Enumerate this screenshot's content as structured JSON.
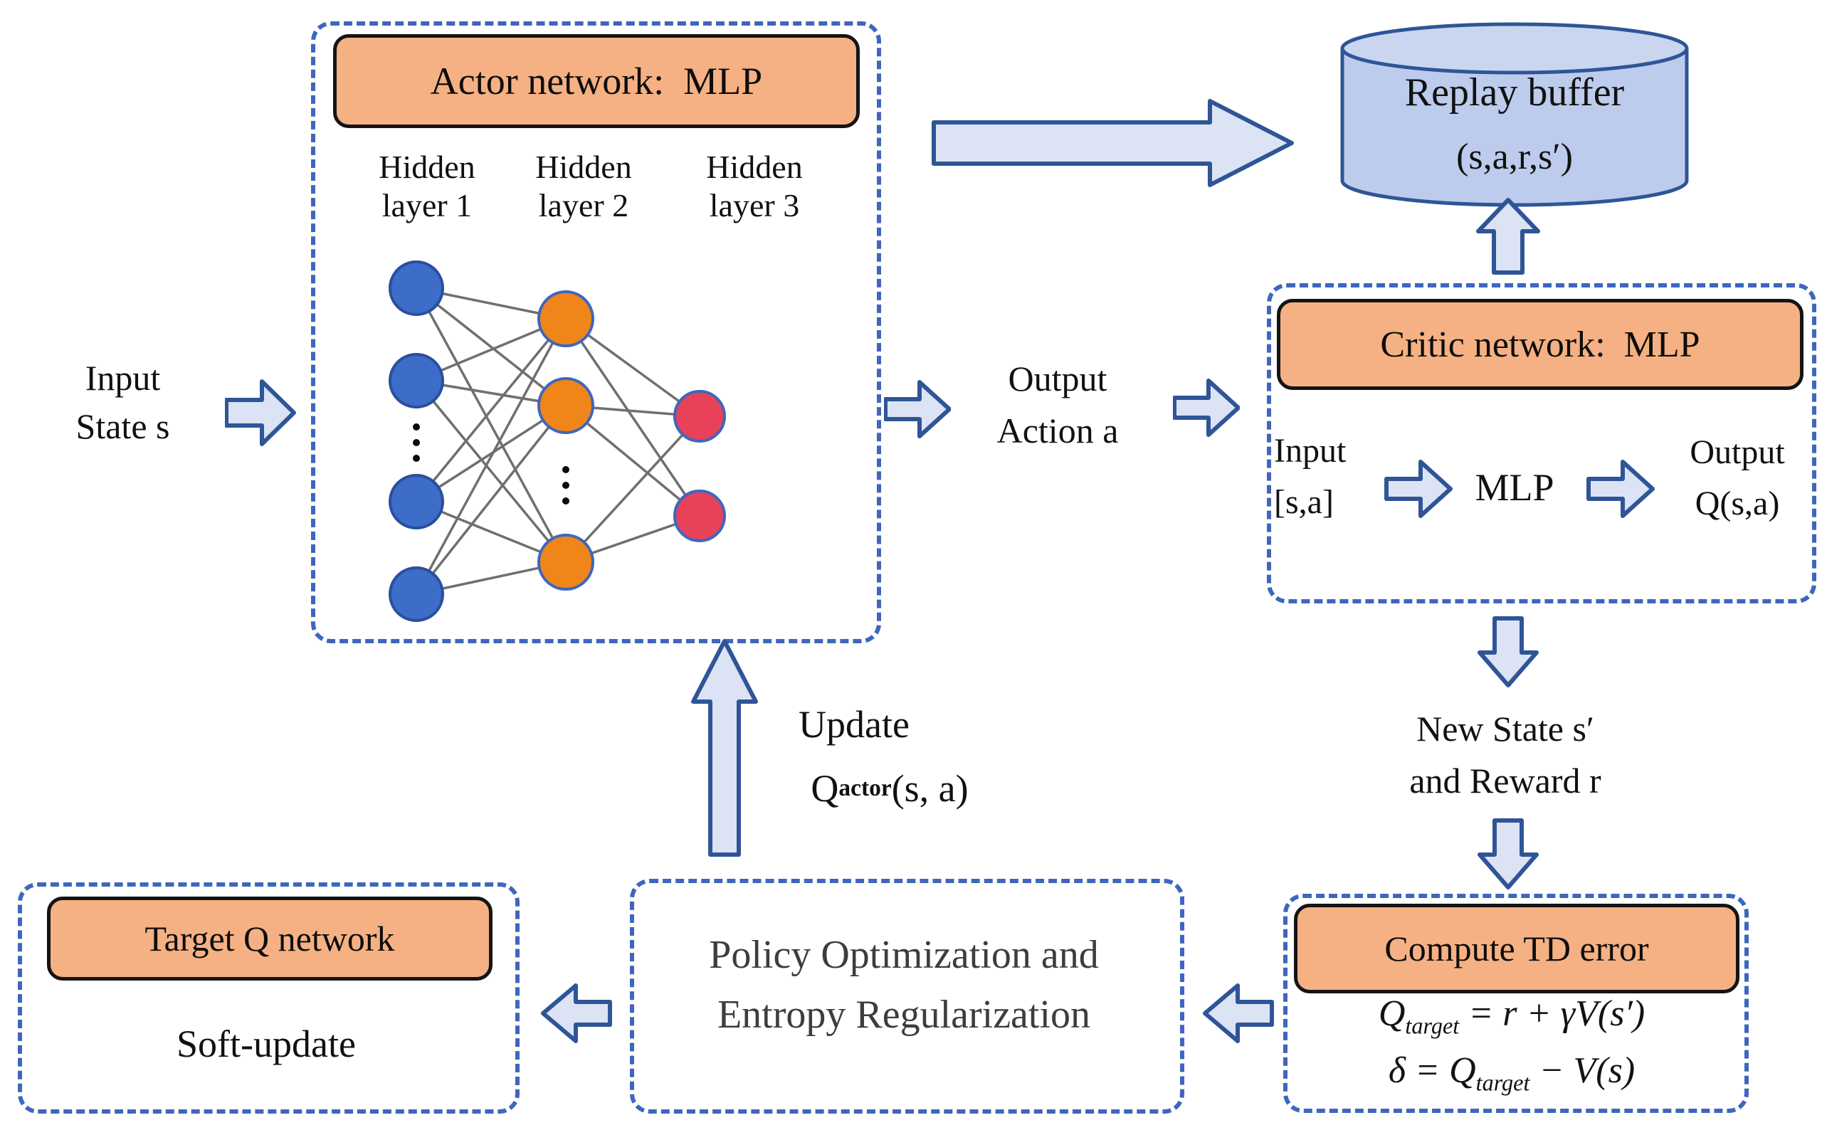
{
  "colors": {
    "dash_blue": "#3E66BE",
    "arrow_fill": "#DBE3F4",
    "arrow_stroke": "#2F5597",
    "pill_orange": "#F5B183",
    "node_blue": "#3D6CC9",
    "node_orange": "#F08519",
    "node_red": "#E8415A",
    "cylinder_fill": "#BDCCEC",
    "edge_gray": "#6F6F6F"
  },
  "actor": {
    "title": "Actor network:  MLP",
    "hidden_labels": [
      "Hidden\nlayer 1",
      "Hidden\nlayer 2",
      "Hidden\nlayer 3"
    ]
  },
  "io": {
    "input_state": "Input\nState s",
    "output_action": "Output\nAction a"
  },
  "replay_buffer": {
    "title": "Replay buffer",
    "tuple": "(s,a,r,s′)"
  },
  "critic": {
    "title": "Critic network:  MLP",
    "input": "Input\n[s,a]",
    "mlp": "MLP",
    "output": "Output\nQ(s,a)"
  },
  "new_state": "New State s′\nand Reward r",
  "td": {
    "title": "Compute TD error",
    "f1": {
      "q": "Q",
      "sub": "target",
      "rest": " = r + γV(s′)"
    },
    "f2": {
      "pre": "δ = ",
      "q": "Q",
      "sub": "target",
      "rest": " − V(s)"
    }
  },
  "update": {
    "word": "Update",
    "q": "Q",
    "sub": "actor",
    "args": "(s, a)"
  },
  "policy": "Policy Optimization and\nEntropy Regularization",
  "target": {
    "title": "Target Q network",
    "subtitle": "Soft-update"
  }
}
